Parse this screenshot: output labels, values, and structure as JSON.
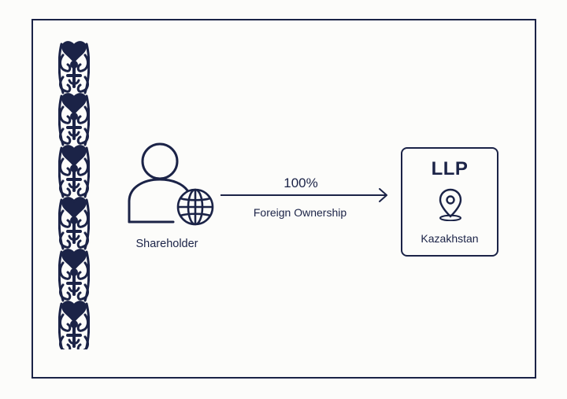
{
  "colors": {
    "ink": "#1b2347",
    "background": "#fcfcfa"
  },
  "shareholder": {
    "icon": "person-with-globe-icon",
    "label": "Shareholder"
  },
  "relationship": {
    "percentage": "100%",
    "description": "Foreign Ownership",
    "icon": "arrow-right-icon"
  },
  "entity": {
    "title": "LLP",
    "icon": "location-pin-icon",
    "country": "Kazakhstan"
  },
  "decoration": {
    "icon": "kazakh-ornament-border-icon"
  }
}
